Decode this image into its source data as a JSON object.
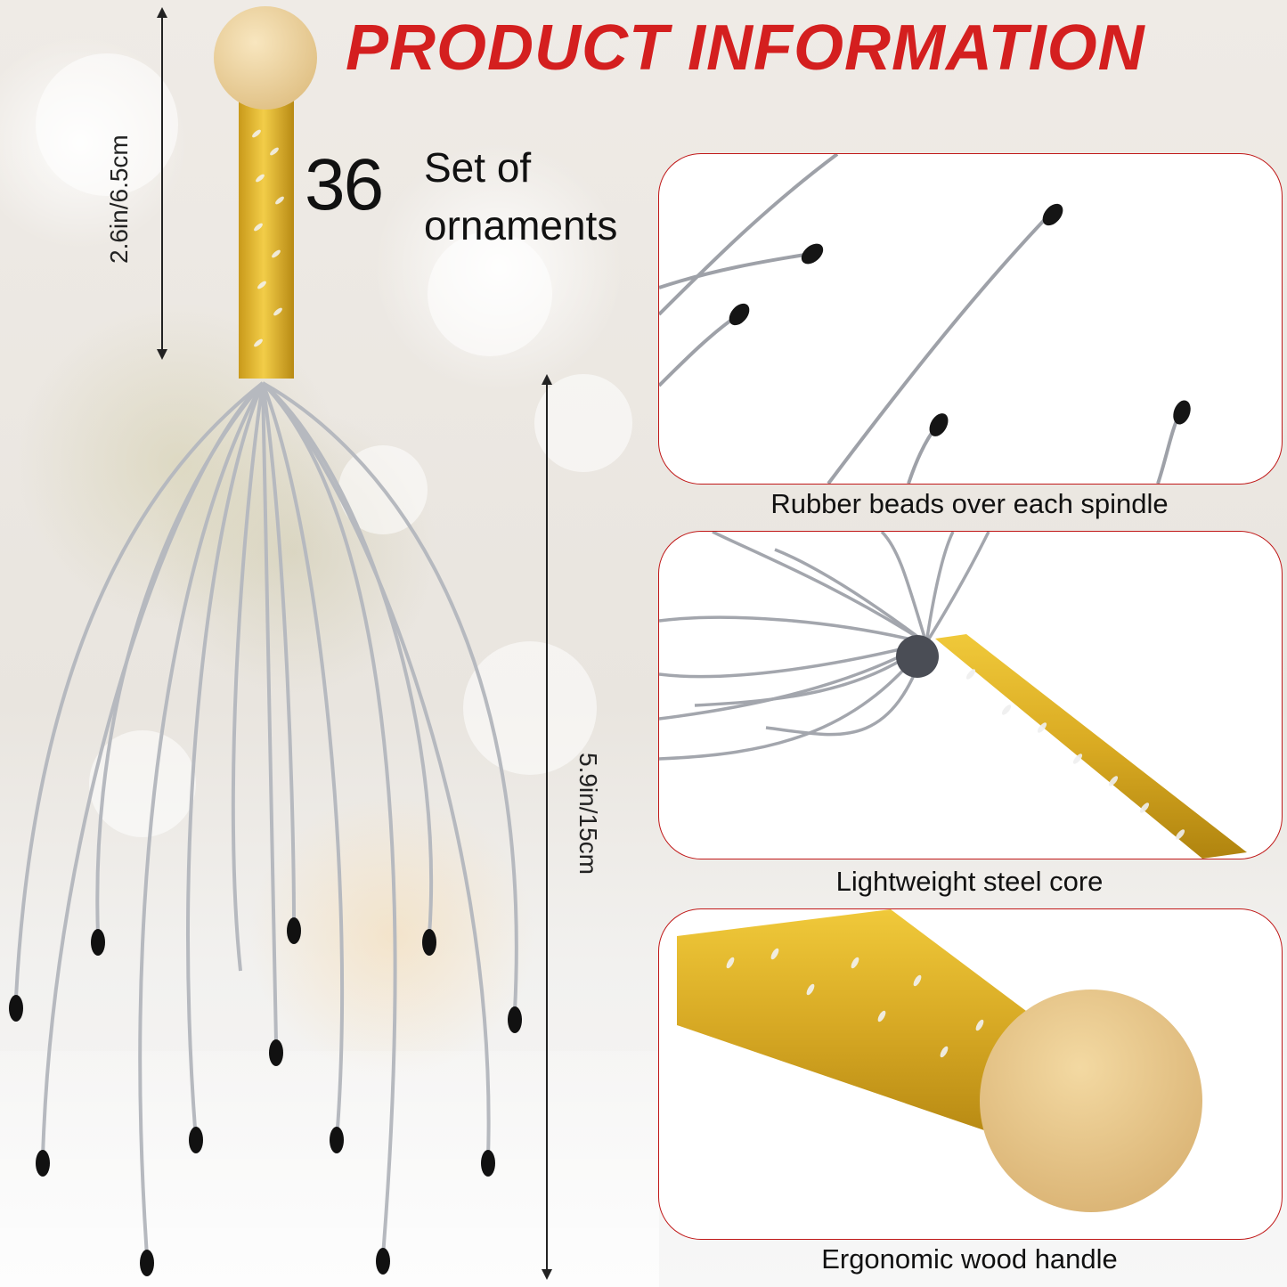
{
  "title": "PRODUCT INFORMATION",
  "count_number": "36",
  "count_line1": "Set of",
  "count_line2": "ornaments",
  "dimension_top": "2.6in/6.5cm",
  "dimension_side": "5.9in/15cm",
  "panels": [
    {
      "caption": "Rubber beads over each spindle"
    },
    {
      "caption": "Lightweight steel core"
    },
    {
      "caption": "Ergonomic wood handle"
    }
  ],
  "colors": {
    "title_red": "#d41f1f",
    "panel_border": "#c01818",
    "handle_gold": "#e0b52a",
    "knob_cream": "#f0d9a8",
    "wire_silver": "#b9bcc2",
    "tip_black": "#111111"
  }
}
